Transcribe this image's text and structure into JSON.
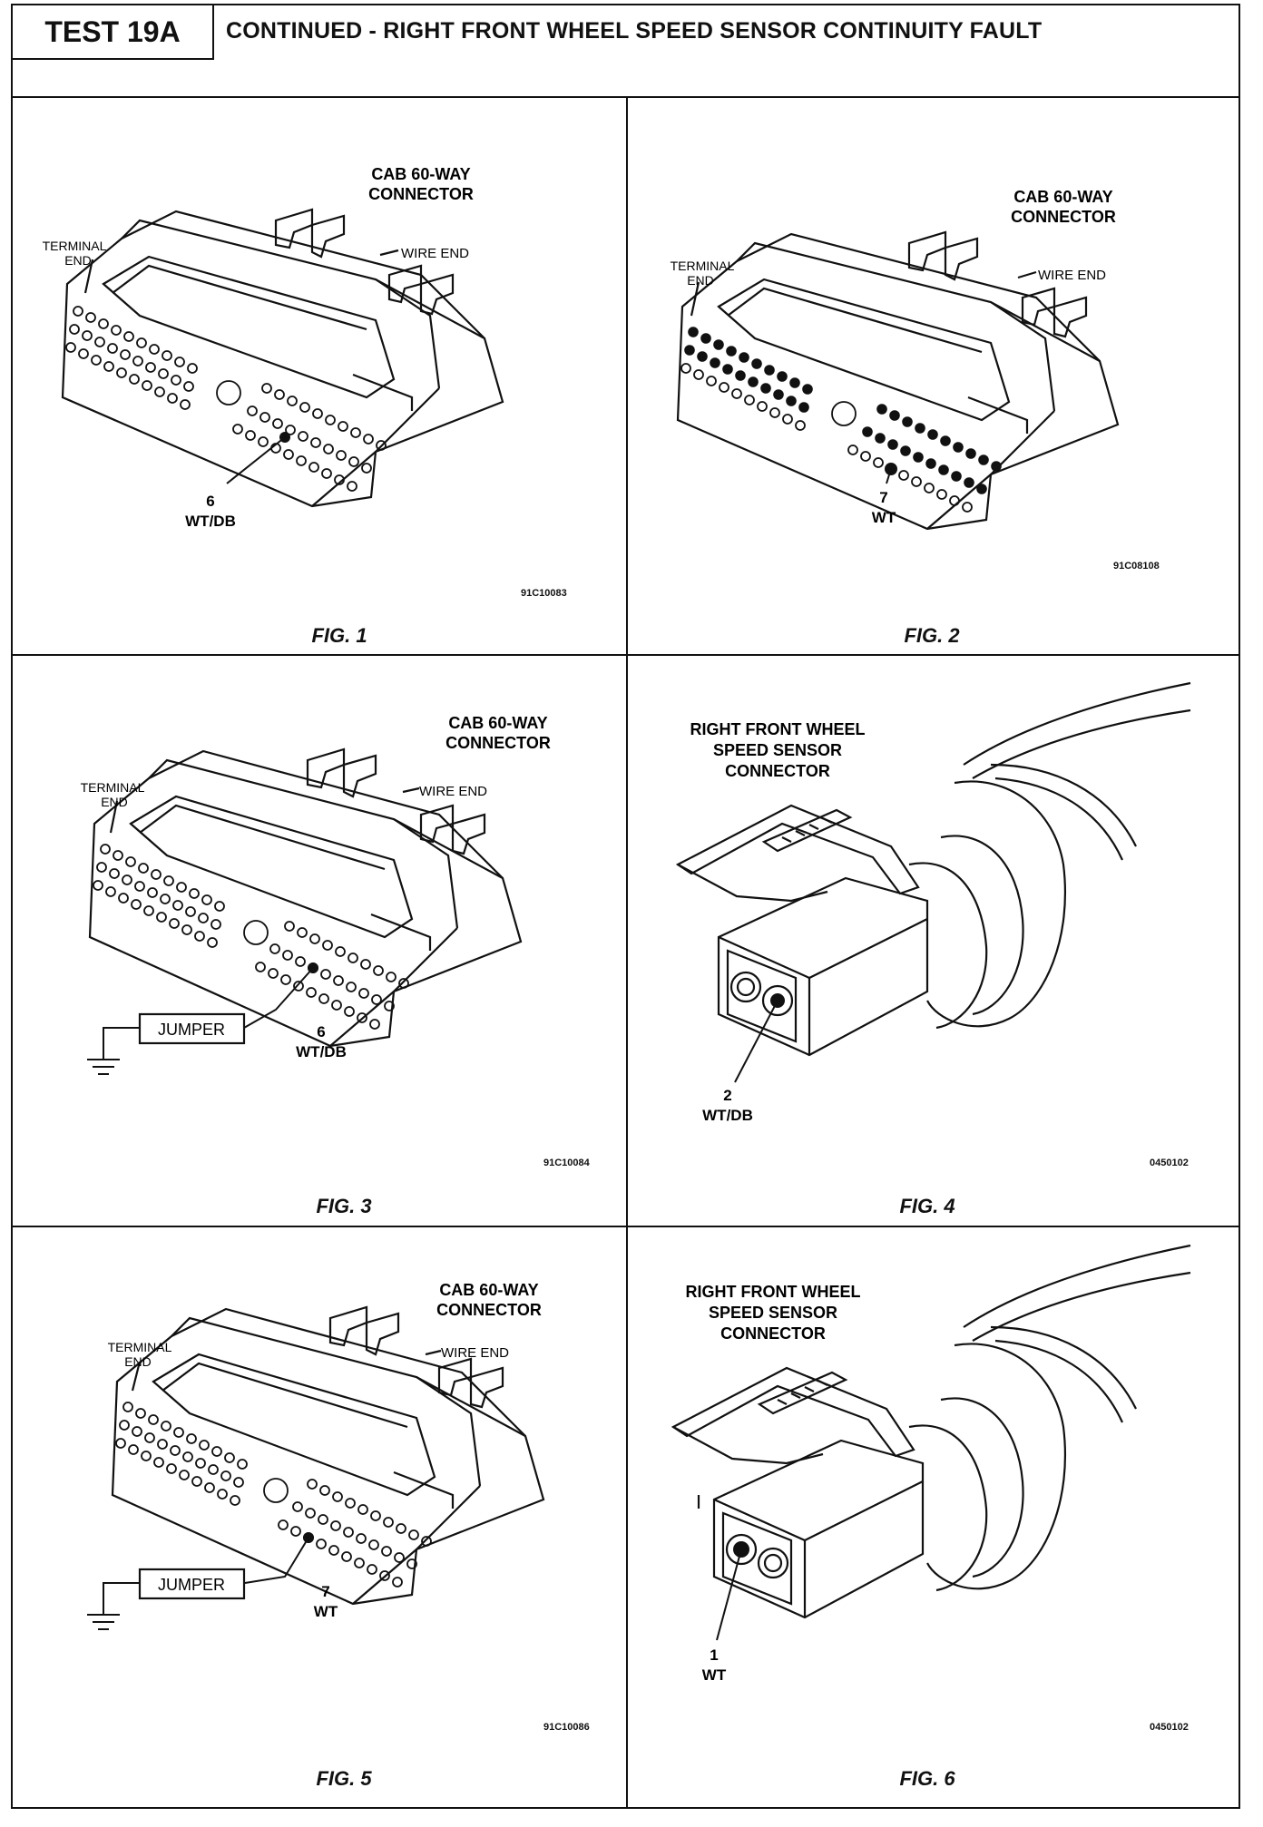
{
  "header": {
    "test_id": "TEST 19A",
    "title": "CONTINUED - RIGHT FRONT WHEEL SPEED SENSOR CONTINUITY FAULT"
  },
  "figures": [
    {
      "label": "FIG. 1",
      "connector_title_1": "CAB 60-WAY",
      "connector_title_2": "CONNECTOR",
      "terminal_end_1": "TERMINAL",
      "terminal_end_2": "END",
      "wire_end": "WIRE END",
      "pin_number": "6",
      "pin_wire": "WT/DB",
      "code": "91C10083"
    },
    {
      "label": "FIG. 2",
      "connector_title_1": "CAB 60-WAY",
      "connector_title_2": "CONNECTOR",
      "terminal_end_1": "TERMINAL",
      "terminal_end_2": "END",
      "wire_end": "WIRE END",
      "pin_number": "7",
      "pin_wire": "WT",
      "code": "91C08108"
    },
    {
      "label": "FIG. 3",
      "connector_title_1": "CAB 60-WAY",
      "connector_title_2": "CONNECTOR",
      "terminal_end_1": "TERMINAL",
      "terminal_end_2": "END",
      "wire_end": "WIRE END",
      "jumper": "JUMPER",
      "pin_number": "6",
      "pin_wire": "WT/DB",
      "code": "91C10084"
    },
    {
      "label": "FIG. 4",
      "sensor_title_1": "RIGHT FRONT WHEEL",
      "sensor_title_2": "SPEED SENSOR",
      "sensor_title_3": "CONNECTOR",
      "pin_number": "2",
      "pin_wire": "WT/DB",
      "code": "0450102"
    },
    {
      "label": "FIG. 5",
      "connector_title_1": "CAB 60-WAY",
      "connector_title_2": "CONNECTOR",
      "terminal_end_1": "TERMINAL",
      "terminal_end_2": "END",
      "wire_end": "WIRE END",
      "jumper": "JUMPER",
      "pin_number": "7",
      "pin_wire": "WT",
      "code": "91C10086"
    },
    {
      "label": "FIG. 6",
      "sensor_title_1": "RIGHT FRONT WHEEL",
      "sensor_title_2": "SPEED SENSOR",
      "sensor_title_3": "CONNECTOR",
      "pin_number": "1",
      "pin_wire": "WT",
      "code": "0450102"
    }
  ]
}
